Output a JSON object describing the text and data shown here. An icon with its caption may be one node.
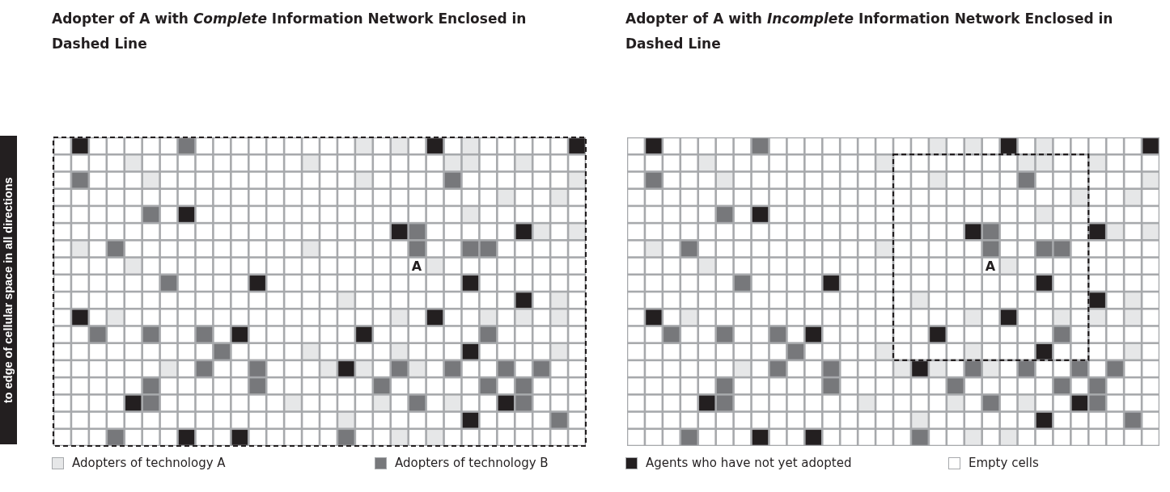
{
  "diagram": {
    "nodes": [
      {
        "text": [
          "Adopter of A with *Complete* Information Network Enclosed in Dashed Line"
        ]
      },
      {
        "text": [
          "Adopter of A with *Incomplete* Information Network Enclosed in Dashed Line"
        ]
      }
    ],
    "labels": [
      "to edge of cellular space in all directions",
      "A",
      "A"
    ],
    "legend": [
      {
        "text": "Adopters of technology A",
        "color": "#e6e7e8"
      },
      {
        "text": "Adopters of technology B",
        "color": "#77787b"
      },
      {
        "text": "Agents who have not yet adopted",
        "color": "#231f20"
      },
      {
        "text": "Empty cells",
        "color": "#ffffff"
      }
    ]
  }
}
